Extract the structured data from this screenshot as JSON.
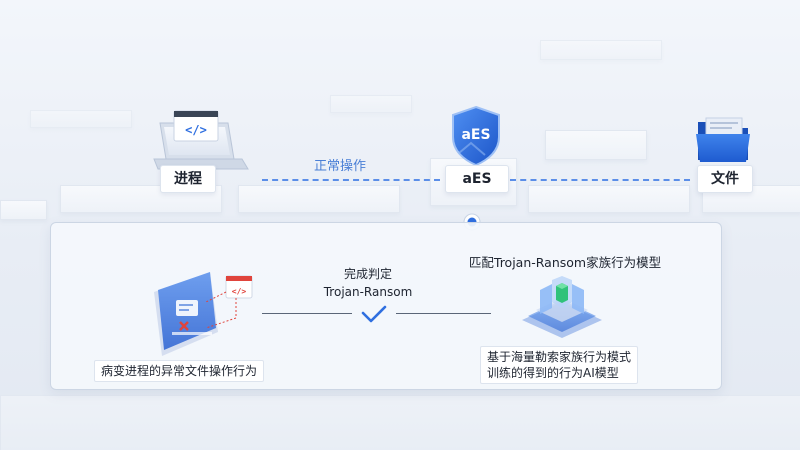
{
  "nodes": {
    "process": {
      "label": "进程"
    },
    "aes": {
      "label": "aES",
      "badge": "aES"
    },
    "file": {
      "label": "文件"
    }
  },
  "flow": {
    "label": "正常操作"
  },
  "panel": {
    "left_caption": "病变进程的异常文件操作行为",
    "verdict": {
      "line1": "完成判定",
      "line2": "Trojan-Ransom"
    },
    "match_title": "匹配Trojan-Ransom家族行为模型",
    "right_caption": {
      "line1": "基于海量勒索家族行为模式",
      "line2": "训练的得到的行为AI模型"
    }
  },
  "colors": {
    "accent": "#2f6fe0",
    "accent_light": "#5b8ee8",
    "check": "#2f6fe0",
    "alert": "#e0443c"
  }
}
